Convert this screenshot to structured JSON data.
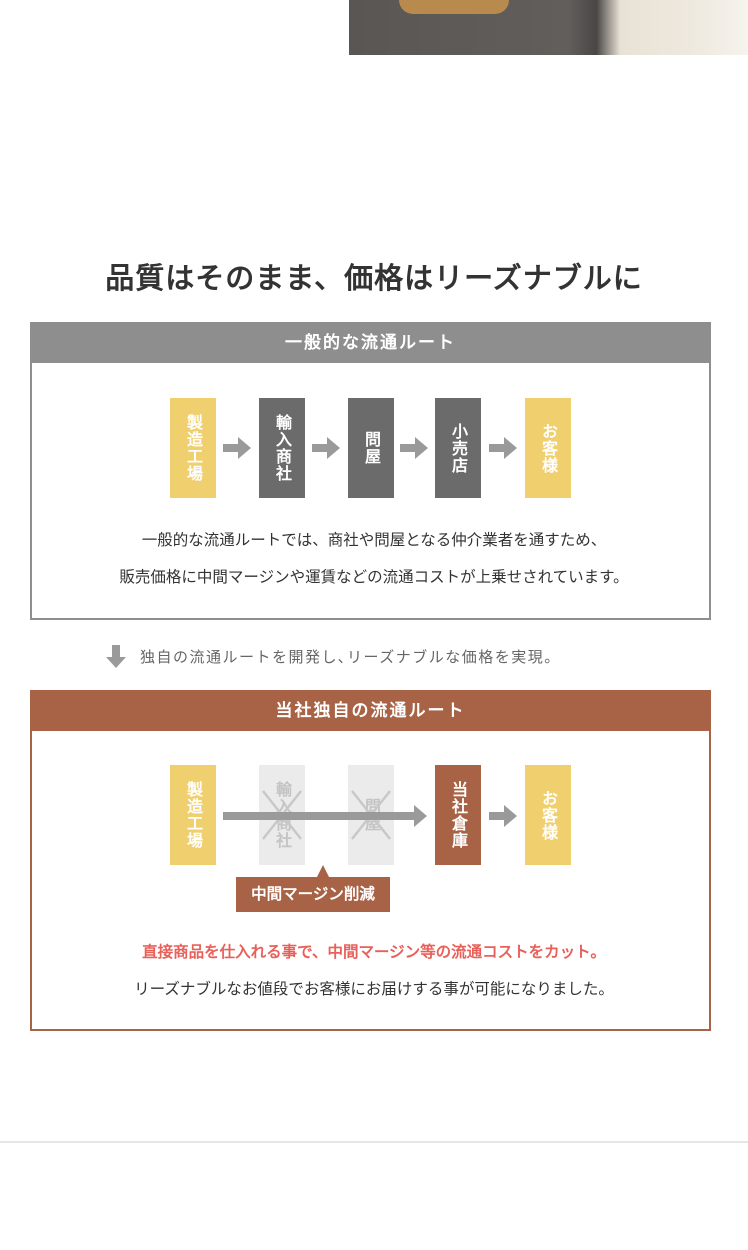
{
  "title": "品質はそのまま、価格はリーズナブルに",
  "general": {
    "header": "一般的な流通ルート",
    "steps": [
      "製造工場",
      "輸入商社",
      "問屋",
      "小売店",
      "お客様"
    ],
    "desc1": "一般的な流通ルートでは、商社や問屋となる仲介業者を通すため、",
    "desc2": "販売価格に中間マージンや運賃などの流通コストが上乗せされています。"
  },
  "note": "独自の流通ルートを開発し､リーズナブルな価格を実現。",
  "own": {
    "header": "当社独自の流通ルート",
    "steps": [
      "製造工場",
      "輸入商社",
      "問屋",
      "当社倉庫",
      "お客様"
    ],
    "badge": "中間マージン削減",
    "desc1": "直接商品を仕入れる事で、中間マージン等の流通コストをカット。",
    "desc2": "リーズナブルなお値段でお客様にお届けする事が可能になりました。"
  },
  "colors": {
    "accent": "#a86245",
    "yellow": "#f0cf6e",
    "gray": "#8e8e8e",
    "red": "#e9605a"
  }
}
